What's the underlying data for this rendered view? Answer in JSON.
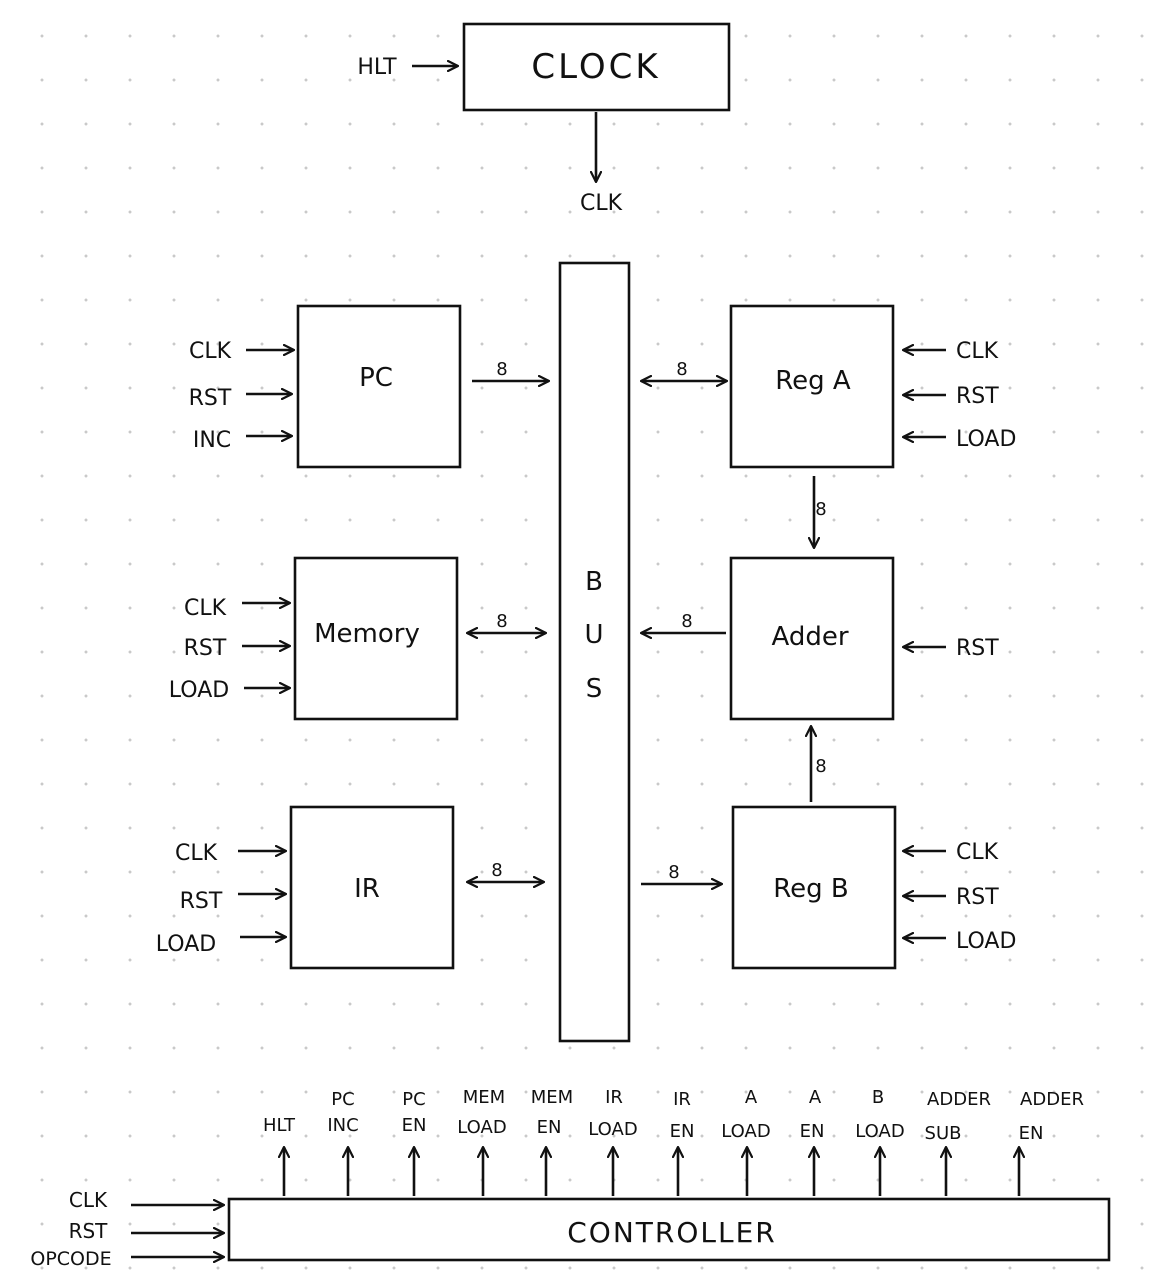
{
  "clock": {
    "name": "CLOCK",
    "input": "HLT",
    "output": "CLK"
  },
  "bus": {
    "letters": [
      "B",
      "U",
      "S"
    ]
  },
  "pc": {
    "name": "PC",
    "inputs": [
      "CLK",
      "RST",
      "INC"
    ],
    "width": "8"
  },
  "memory": {
    "name": "Memory",
    "inputs": [
      "CLK",
      "RST",
      "LOAD"
    ],
    "width": "8"
  },
  "ir": {
    "name": "IR",
    "inputs": [
      "CLK",
      "RST",
      "LOAD"
    ],
    "width": "8"
  },
  "reg_a": {
    "name": "Reg A",
    "inputs": [
      "CLK",
      "RST",
      "LOAD"
    ],
    "bus_width": "8",
    "adder_width": "8"
  },
  "adder": {
    "name": "Adder",
    "inputs": [
      "RST"
    ],
    "width": "8"
  },
  "reg_b": {
    "name": "Reg B",
    "inputs": [
      "CLK",
      "RST",
      "LOAD"
    ],
    "bus_width": "8",
    "adder_width": "8"
  },
  "controller": {
    "name": "CONTROLLER",
    "inputs": [
      "CLK",
      "RST",
      "OPCODE"
    ],
    "outputs": [
      {
        "line1": "",
        "line2": "HLT"
      },
      {
        "line1": "PC",
        "line2": "INC"
      },
      {
        "line1": "PC",
        "line2": "EN"
      },
      {
        "line1": "MEM",
        "line2": "LOAD"
      },
      {
        "line1": "MEM",
        "line2": "EN"
      },
      {
        "line1": "IR",
        "line2": "LOAD"
      },
      {
        "line1": "IR",
        "line2": "EN"
      },
      {
        "line1": "A",
        "line2": "LOAD"
      },
      {
        "line1": "A",
        "line2": "EN"
      },
      {
        "line1": "B",
        "line2": "LOAD"
      },
      {
        "line1": "ADDER",
        "line2": "SUB"
      },
      {
        "line1": "ADDER",
        "line2": "EN"
      }
    ]
  }
}
